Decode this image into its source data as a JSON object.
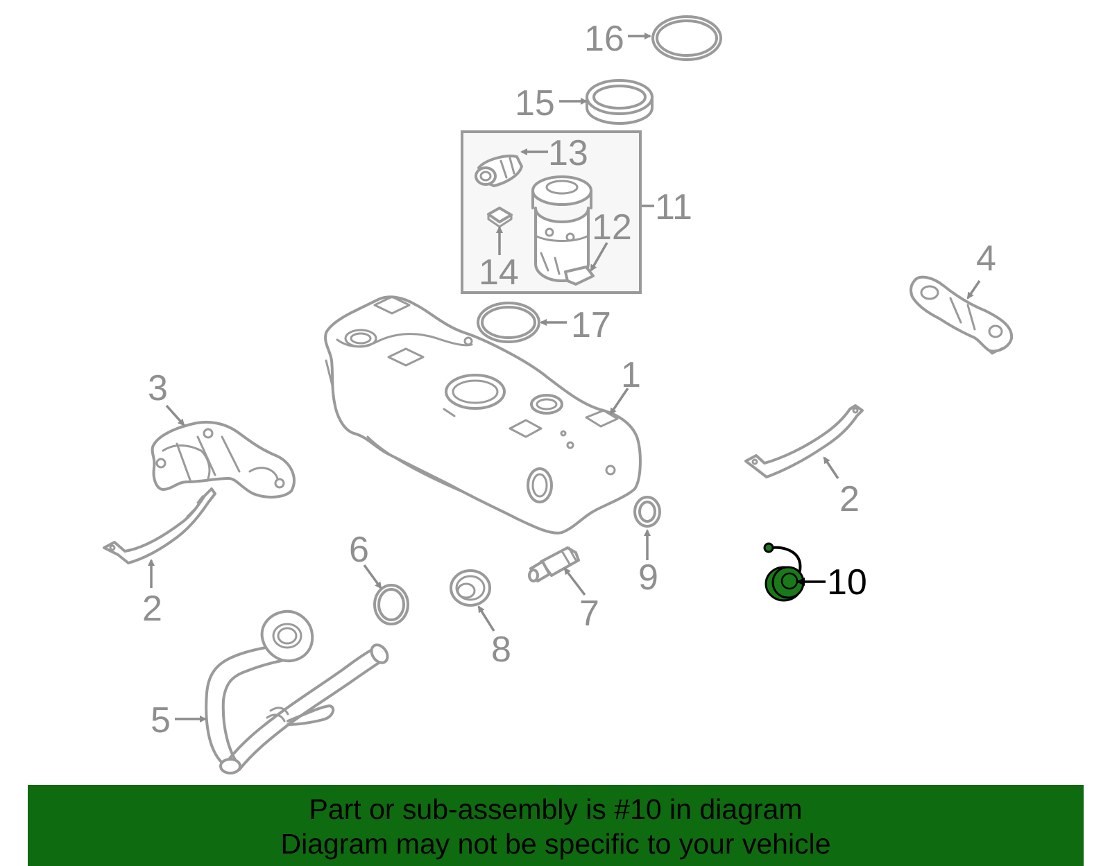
{
  "banner": {
    "line1": "Part or sub-assembly is #10 in diagram",
    "line2": "Diagram may not be specific to your vehicle",
    "background_color": "#0f6b0f"
  },
  "highlight": {
    "part_number": "10",
    "color": "#1a7a1a"
  },
  "callouts": [
    "1",
    "2",
    "2",
    "2",
    "3",
    "4",
    "5",
    "6",
    "7",
    "8",
    "9",
    "10",
    "11",
    "12",
    "13",
    "14",
    "15",
    "16",
    "17"
  ],
  "colors": {
    "line_art": "#9a9a9a",
    "callout_text": "#8f8f8f",
    "highlight_text": "#000000",
    "sub_assembly_box_fill": "#f7f7f7"
  }
}
